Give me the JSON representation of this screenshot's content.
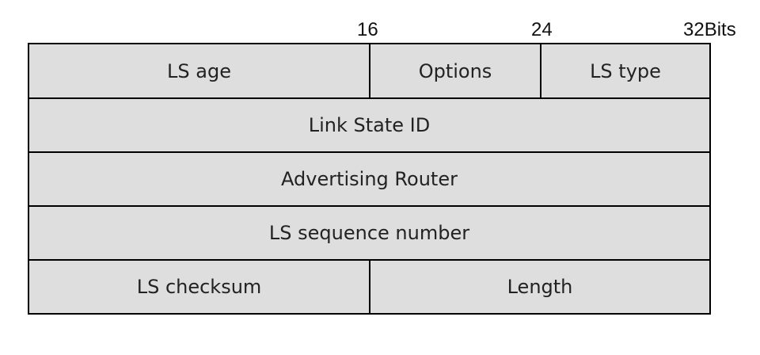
{
  "bit_markers": {
    "mark_16": "16",
    "mark_24": "24",
    "mark_32": "32Bits"
  },
  "fields": {
    "ls_age": "LS age",
    "options": "Options",
    "ls_type": "LS type",
    "link_state_id": "Link State ID",
    "advertising_router": "Advertising Router",
    "ls_sequence_number": "LS sequence number",
    "ls_checksum": "LS checksum",
    "length": "Length"
  },
  "colors": {
    "field_fill": "#dedede",
    "border": "#000000",
    "text": "#222222"
  }
}
